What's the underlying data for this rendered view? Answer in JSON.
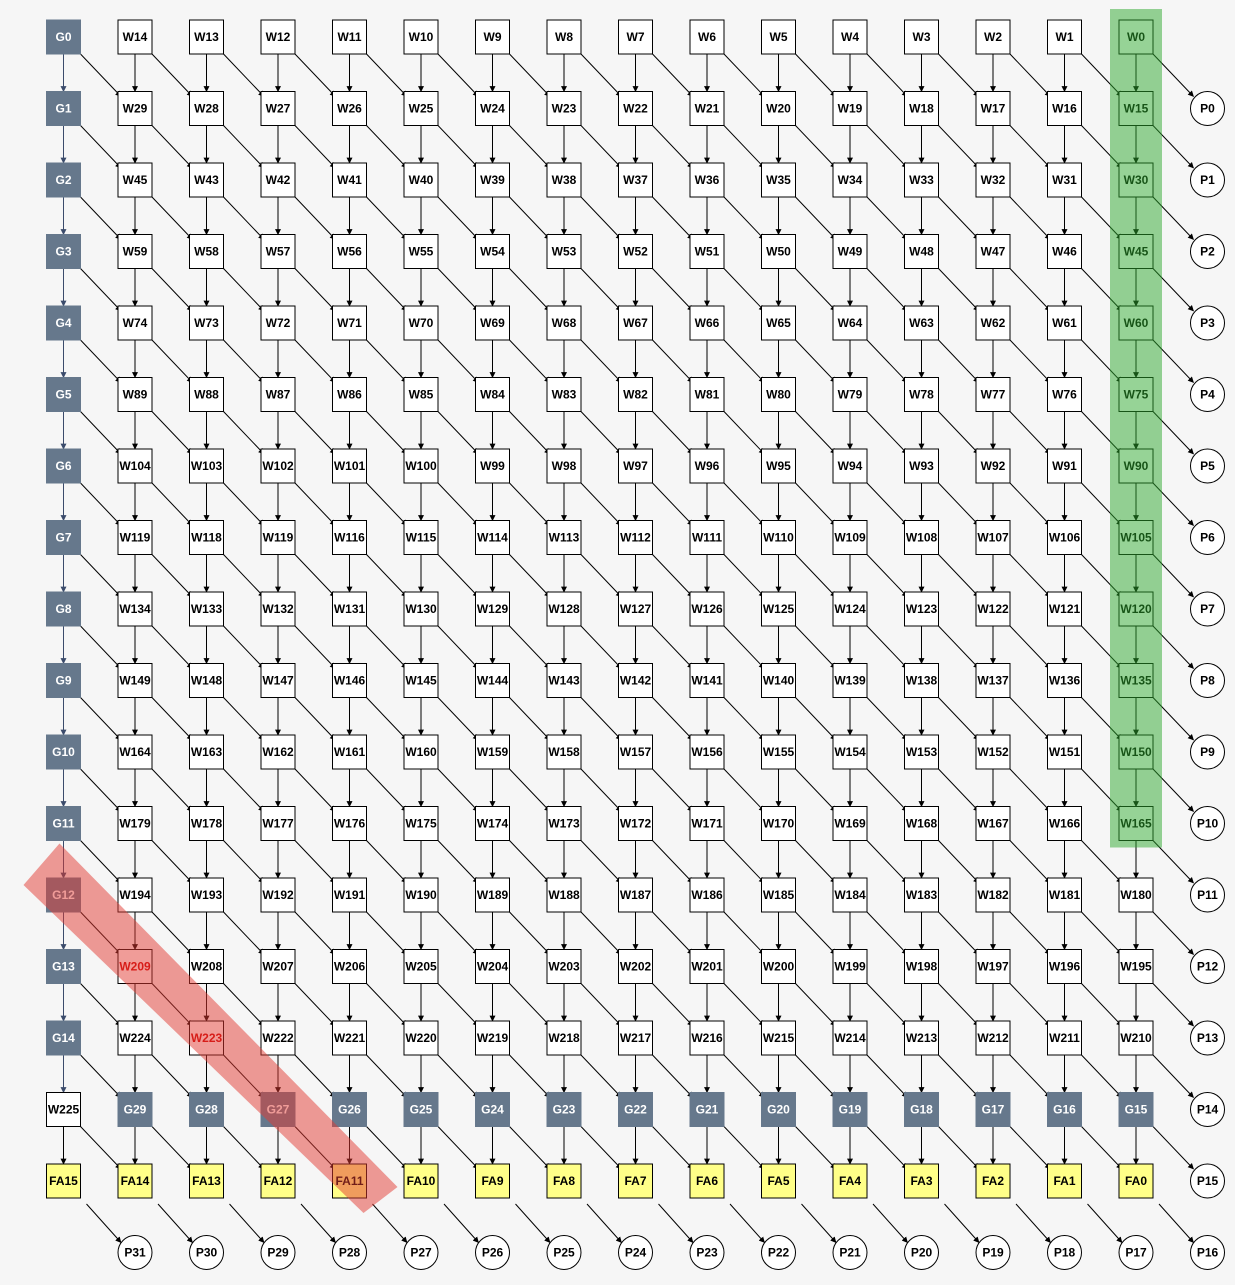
{
  "colors": {
    "background": "#f6f6f6",
    "gen_fill": "#66788c",
    "gen_text": "#ffffff",
    "cell_fill": "#ffffff",
    "cell_stroke": "#000000",
    "fa_fill": "#ffff88",
    "arrow": "#000000",
    "gen_arrow": "#3b4b6b",
    "green_highlight": "#2ea82e",
    "red_highlight": "#e23a32",
    "highlight_cell_text": "#cc0000"
  },
  "grid": {
    "rows": [
      {
        "g": "G0",
        "w": [
          "W14",
          "W13",
          "W12",
          "W11",
          "W10",
          "W9",
          "W8",
          "W7",
          "W6",
          "W5",
          "W4",
          "W3",
          "W2",
          "W1",
          "W0"
        ],
        "p": ""
      },
      {
        "g": "G1",
        "w": [
          "W29",
          "W28",
          "W27",
          "W26",
          "W25",
          "W24",
          "W23",
          "W22",
          "W21",
          "W20",
          "W19",
          "W18",
          "W17",
          "W16",
          "W15"
        ],
        "p": "P0"
      },
      {
        "g": "G2",
        "w": [
          "W45",
          "W43",
          "W42",
          "W41",
          "W40",
          "W39",
          "W38",
          "W37",
          "W36",
          "W35",
          "W34",
          "W33",
          "W32",
          "W31",
          "W30"
        ],
        "p": "P1"
      },
      {
        "g": "G3",
        "w": [
          "W59",
          "W58",
          "W57",
          "W56",
          "W55",
          "W54",
          "W53",
          "W52",
          "W51",
          "W50",
          "W49",
          "W48",
          "W47",
          "W46",
          "W45"
        ],
        "p": "P2"
      },
      {
        "g": "G4",
        "w": [
          "W74",
          "W73",
          "W72",
          "W71",
          "W70",
          "W69",
          "W68",
          "W67",
          "W66",
          "W65",
          "W64",
          "W63",
          "W62",
          "W61",
          "W60"
        ],
        "p": "P3"
      },
      {
        "g": "G5",
        "w": [
          "W89",
          "W88",
          "W87",
          "W86",
          "W85",
          "W84",
          "W83",
          "W82",
          "W81",
          "W80",
          "W79",
          "W78",
          "W77",
          "W76",
          "W75"
        ],
        "p": "P4"
      },
      {
        "g": "G6",
        "w": [
          "W104",
          "W103",
          "W102",
          "W101",
          "W100",
          "W99",
          "W98",
          "W97",
          "W96",
          "W95",
          "W94",
          "W93",
          "W92",
          "W91",
          "W90"
        ],
        "p": "P5"
      },
      {
        "g": "G7",
        "w": [
          "W119",
          "W118",
          "W119",
          "W116",
          "W115",
          "W114",
          "W113",
          "W112",
          "W111",
          "W110",
          "W109",
          "W108",
          "W107",
          "W106",
          "W105"
        ],
        "p": "P6"
      },
      {
        "g": "G8",
        "w": [
          "W134",
          "W133",
          "W132",
          "W131",
          "W130",
          "W129",
          "W128",
          "W127",
          "W126",
          "W125",
          "W124",
          "W123",
          "W122",
          "W121",
          "W120"
        ],
        "p": "P7"
      },
      {
        "g": "G9",
        "w": [
          "W149",
          "W148",
          "W147",
          "W146",
          "W145",
          "W144",
          "W143",
          "W142",
          "W141",
          "W140",
          "W139",
          "W138",
          "W137",
          "W136",
          "W135"
        ],
        "p": "P8"
      },
      {
        "g": "G10",
        "w": [
          "W164",
          "W163",
          "W162",
          "W161",
          "W160",
          "W159",
          "W158",
          "W157",
          "W156",
          "W155",
          "W154",
          "W153",
          "W152",
          "W151",
          "W150"
        ],
        "p": "P9"
      },
      {
        "g": "G11",
        "w": [
          "W179",
          "W178",
          "W177",
          "W176",
          "W175",
          "W174",
          "W173",
          "W172",
          "W171",
          "W170",
          "W169",
          "W168",
          "W167",
          "W166",
          "W165"
        ],
        "p": "P10"
      },
      {
        "g": "G12",
        "w": [
          "W194",
          "W193",
          "W192",
          "W191",
          "W190",
          "W189",
          "W188",
          "W187",
          "W186",
          "W185",
          "W184",
          "W183",
          "W182",
          "W181",
          "W180"
        ],
        "p": "P11"
      },
      {
        "g": "G13",
        "w": [
          "W209",
          "W208",
          "W207",
          "W206",
          "W205",
          "W204",
          "W203",
          "W202",
          "W201",
          "W200",
          "W199",
          "W198",
          "W197",
          "W196",
          "W195"
        ],
        "p": "P12"
      },
      {
        "g": "G14",
        "w": [
          "W224",
          "W223",
          "W222",
          "W221",
          "W220",
          "W219",
          "W218",
          "W217",
          "W216",
          "W215",
          "W214",
          "W213",
          "W212",
          "W211",
          "W210"
        ],
        "p": "P13"
      }
    ],
    "bottom_row": {
      "first": "W225",
      "g": [
        "G29",
        "G28",
        "G27",
        "G26",
        "G25",
        "G24",
        "G23",
        "G22",
        "G21",
        "G20",
        "G19",
        "G18",
        "G17",
        "G16",
        "G15"
      ],
      "p": "P14"
    },
    "fa_row": {
      "cells": [
        "FA15",
        "FA14",
        "FA13",
        "FA12",
        "FA11",
        "FA10",
        "FA9",
        "FA8",
        "FA7",
        "FA6",
        "FA5",
        "FA4",
        "FA3",
        "FA2",
        "FA1",
        "FA0"
      ],
      "p": "P15"
    },
    "p_row": [
      "P31",
      "P30",
      "P29",
      "P28",
      "P27",
      "P26",
      "P25",
      "P24",
      "P23",
      "P22",
      "P21",
      "P20",
      "P19",
      "P18",
      "P17",
      "P16"
    ]
  }
}
